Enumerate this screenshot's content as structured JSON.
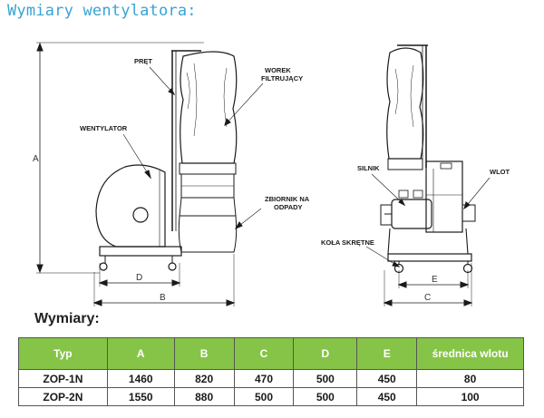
{
  "heading": "Wymiary wentylatora:",
  "subheading": "Wymiary:",
  "labels": {
    "pret": "PRĘT",
    "worek_line1": "WOREK",
    "worek_line2": "FILTRUJĄCY",
    "wentylator": "WENTYLATOR",
    "zbiornik_line1": "ZBIORNIK NA",
    "zbiornik_line2": "ODPADY",
    "silnik": "SILNIK",
    "wlot": "WLOT",
    "kola": "KOŁA SKRĘTNE"
  },
  "dimension_letters": {
    "a": "A",
    "b": "B",
    "c": "C",
    "d": "D",
    "e": "E"
  },
  "table": {
    "headers": [
      "Typ",
      "A",
      "B",
      "C",
      "D",
      "E",
      "średnica wlotu"
    ],
    "rows": [
      [
        "ZOP-1N",
        "1460",
        "820",
        "470",
        "500",
        "450",
        "80"
      ],
      [
        "ZOP-2N",
        "1550",
        "880",
        "500",
        "500",
        "450",
        "100"
      ]
    ]
  },
  "colors": {
    "heading": "#39a3d2",
    "table_header_bg": "#86c447",
    "table_header_text": "#ffffff"
  }
}
